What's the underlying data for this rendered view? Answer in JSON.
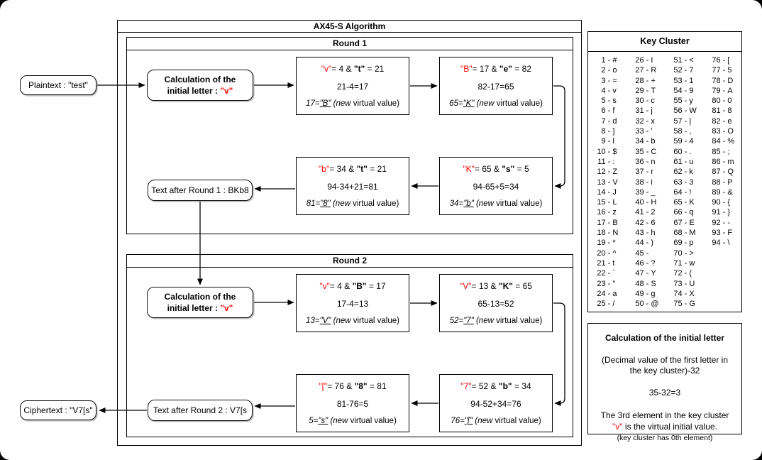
{
  "title": "AX45-S Algorithm",
  "colors": {
    "highlight_red": "#ff0000"
  },
  "io": {
    "plaintext": "Plaintext : \"test\"",
    "ciphertext": "Ciphertext : \"V7[s\""
  },
  "suffix": {
    "italic": " (new",
    "normal": " virtual value)"
  },
  "rounds": [
    {
      "title": "Round 1",
      "calc": {
        "prefix": "Calculation of the initial letter : ",
        "value": "\"v\""
      },
      "result": "Text after Round 1 : BKb8",
      "steps": [
        {
          "red": "\"v\"",
          "mid": "= 4 & ",
          "bold": "\"t\"",
          "tail": " = 21",
          "formula": "21-4=17",
          "res_pre": "17=",
          "res_val": "\"B\""
        },
        {
          "red": "\"B\"",
          "mid": "= 17 & ",
          "bold": "\"e\"",
          "tail": " = 82",
          "formula": "82-17=65",
          "res_pre": "65=",
          "res_val": "\"K\""
        },
        {
          "red": "\"K\"",
          "mid": "= 65 & ",
          "bold": "\"s\"",
          "tail": " = 5",
          "formula": "94-65+5=34",
          "res_pre": "34=",
          "res_val": "\"b\""
        },
        {
          "red": "\"b\"",
          "mid": "= 34 & ",
          "bold": "\"t\"",
          "tail": " = 21",
          "formula": "94-34+21=81",
          "res_pre": "81=",
          "res_val": "\"8\""
        }
      ]
    },
    {
      "title": "Round 2",
      "calc": {
        "prefix": "Calculation of the initial letter : ",
        "value": "\"v\""
      },
      "result": "Text after Round 2 : V7[s",
      "steps": [
        {
          "red": "\"v\"",
          "mid": "= 4 & ",
          "bold": "\"B\"",
          "tail": " = 17",
          "formula": "17-4=13",
          "res_pre": "13=",
          "res_val": "\"V\""
        },
        {
          "red": "\"V\"",
          "mid": "= 13 & ",
          "bold": "\"K\"",
          "tail": " = 65",
          "formula": "65-13=52",
          "res_pre": "52=",
          "res_val": "\"7\""
        },
        {
          "red": "\"7\"",
          "mid": "= 52 & ",
          "bold": "\"b\"",
          "tail": " = 34",
          "formula": "94-52+34=76",
          "res_pre": "76=",
          "res_val": "\"[\""
        },
        {
          "red": "\"[\"",
          "mid": "= 76 & ",
          "bold": "\"8\"",
          "tail": " = 81",
          "formula": "81-76=5",
          "res_pre": "5=",
          "res_val": "\"s\""
        }
      ]
    }
  ],
  "key_cluster": {
    "title": "Key Cluster",
    "columns": [
      [
        "1 - #",
        "2 - o",
        "3 - =",
        "4 - v",
        "5 - s",
        "6 - f",
        "7 - d",
        "8 - ]",
        "9 - l",
        "10 - $",
        "11 - :",
        "12 - Z",
        "13 - V",
        "14 - J",
        "15 - L",
        "16 - z",
        "17 - B",
        "18 - N",
        "19 - *",
        "20 - ^",
        "21 - t",
        "22 - `",
        "23 - \"",
        "24 - a",
        "25 - /"
      ],
      [
        "26 - I",
        "27 - R",
        "28 - +",
        "29 - T",
        "30 - c",
        "31 - j",
        "32 - x",
        "33 - '",
        "34 - b",
        "35 - C",
        "36 - n",
        "37 - r",
        "38 - i",
        "39 - _",
        "40 - H",
        "41 - 2",
        "42 - 6",
        "43 - h",
        "44 - )",
        "45 - ",
        "46 - ?",
        "47 - Y",
        "48 - S",
        "49 - g",
        "50 - @"
      ],
      [
        "51 - <",
        "52 - 7",
        "53 - 1",
        "54 - 9",
        "55 - y",
        "56 - W",
        "57 - |",
        "58 - ,",
        "59 - 4",
        "60 - .",
        "61 - u",
        "62 - k",
        "63 - 3",
        "64 - !",
        "65 - K",
        "66 - q",
        "67 - E",
        "68 - M",
        "69 - p",
        "70 - >",
        "71 - w",
        "72 - (",
        "73 - U",
        "74 - X",
        "75 - G"
      ],
      [
        "76 - [",
        "77 - 5",
        "78 - D",
        "79 - A",
        "80 - 0",
        "81 - 8",
        "82 - e",
        "83 - O",
        "84 - %",
        "85 - ;",
        "86 - m",
        "87 - Q",
        "88 - P",
        "89 - &",
        "90 - {",
        "91 - }",
        "92 - -",
        "93 - F",
        "94 - \\"
      ]
    ]
  },
  "initial_letter_box": {
    "title": "Calculation of the initial letter",
    "line1": "(Decimal value of the first letter in the key cluster)-32",
    "line2": "35-32=3",
    "line3_pre": "The 3rd element in the key cluster ",
    "line3_red": "\"v\"",
    "line3_post": " is the virtual initial value.",
    "line4": "(key cluster has 0th element)"
  }
}
